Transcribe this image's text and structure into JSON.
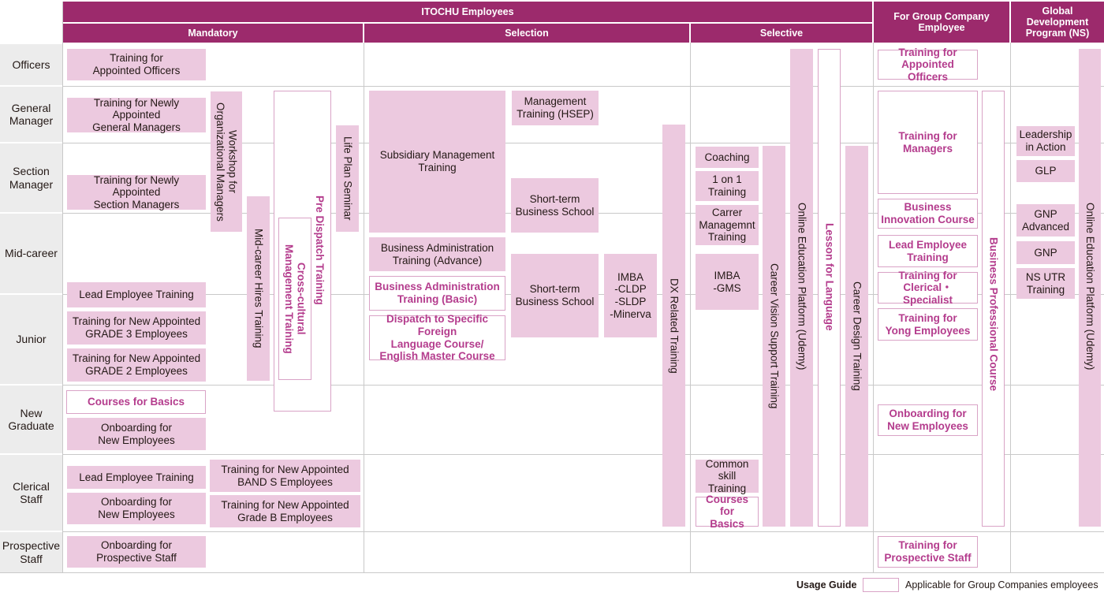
{
  "headers": {
    "itochu": "ITOCHU Employees",
    "mandatory": "Mandatory",
    "selection": "Selection",
    "selective": "Selective",
    "group_company": "For Group Company\nEmployee",
    "global": "Global\nDevelopment\nProgram (NS)"
  },
  "rows": {
    "officers": "Officers",
    "general_manager": "General\nManager",
    "section_manager": "Section\nManager",
    "mid_career": "Mid-career",
    "junior": "Junior",
    "new_graduate": "New\nGraduate",
    "clerical_staff": "Clerical\nStaff",
    "prospective_staff": "Prospective\nStaff"
  },
  "mandatory": {
    "training_appointed_officers": "Training for\nAppointed Officers",
    "newly_appointed_gm": "Training for Newly Appointed\nGeneral Managers",
    "newly_appointed_sm": "Training for Newly Appointed\nSection Managers",
    "workshop_org_managers": "Workshop for\nOrganizational Managers",
    "mid_career_hires": "Mid-career Hires Training",
    "pre_dispatch": "Pre Dispatch Training",
    "cross_cultural": "Cross-cultural\nManagement Training",
    "life_plan": "Life Plan Seminar",
    "lead_employee": "Lead Employee Training",
    "grade3": "Training for New Appointed\nGRADE 3 Employees",
    "grade2": "Training for New Appointed\nGRADE 2 Employees",
    "courses_basics": "Courses for Basics",
    "onboarding_new": "Onboarding for\nNew Employees",
    "clerical_lead": "Lead Employee Training",
    "clerical_onboarding": "Onboarding for\nNew Employees",
    "band_s": "Training for New Appointed\nBAND S Employees",
    "grade_b": "Training for New Appointed\nGrade B Employees",
    "onboarding_prospective": "Onboarding for\nProspective Staff"
  },
  "selection": {
    "subsidiary_mgmt": "Subsidiary Management\nTraining",
    "mgmt_hsep": "Management\nTraining (HSEP)",
    "short_term_1": "Short-term\nBusiness School",
    "ba_advance": "Business Administration\nTraining (Advance)",
    "ba_basic": "Business Administration\nTraining (Basic)",
    "dispatch_foreign": "Dispatch to Specific Foreign\nLanguage Course/\nEnglish Master Course",
    "short_term_2": "Short-term\nBusiness School",
    "imba_cldp": "IMBA\n-CLDP\n-SLDP\n-Minerva",
    "dx_related": "DX Related Training"
  },
  "selective": {
    "coaching": "Coaching",
    "one_on_one": "1 on 1\nTraining",
    "career_mgmt": "Carrer\nManagemnt\nTraining",
    "imba_gms": "IMBA\n-GMS",
    "common_skill": "Common skill\nTraining",
    "courses_basics": "Courses for\nBasics",
    "career_vision": "Career Vision Support Training",
    "online_udemy": "Online Education Platform  (Udemy)",
    "lesson_language": "Lesson for Language",
    "career_design": "Career Design Training"
  },
  "group": {
    "appointed_officers": "Training for\nAppointed Officers",
    "managers": "Training for\nManagers",
    "business_innovation": "Business\nInnovation Course",
    "lead_employee": "Lead Employee\nTraining",
    "clerical_specialist": "Training  for\nClerical・Specialist",
    "yong_employees": "Training for\nYong Employees",
    "onboarding": "Onboarding for\nNew Employees",
    "prospective": "Training for\nProspective Staff",
    "business_professional": "Business Professional Course"
  },
  "global": {
    "leadership": "Leadership\nin Action",
    "glp": "GLP",
    "gnp_advanced": "GNP\nAdvanced",
    "gnp": "GNP",
    "ns_utr": "NS UTR\nTraining",
    "online_udemy": "Online Education Platform  (Udemy)"
  },
  "legend": {
    "label": "Usage Guide",
    "text": "Applicable for Group Companies employees"
  },
  "colors": {
    "header": "#9c2a6c",
    "fill": "#ecc9df",
    "outline_text": "#b43c8d",
    "row_label_bg": "#ececec"
  }
}
